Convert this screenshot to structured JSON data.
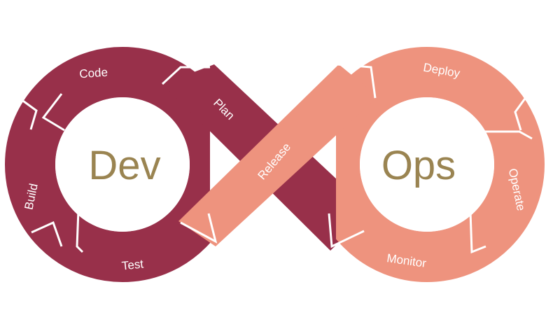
{
  "diagram": {
    "center_labels": {
      "left": "Dev",
      "right": "Ops"
    },
    "stages": {
      "plan": "Plan",
      "code": "Code",
      "build": "Build",
      "test": "Test",
      "release": "Release",
      "deploy": "Deploy",
      "operate": "Operate",
      "monitor": "Monitor"
    },
    "colors": {
      "dev": "#98304a",
      "ops": "#ee937e",
      "center_text": "#9a8451",
      "separator": "#ffffff"
    }
  }
}
